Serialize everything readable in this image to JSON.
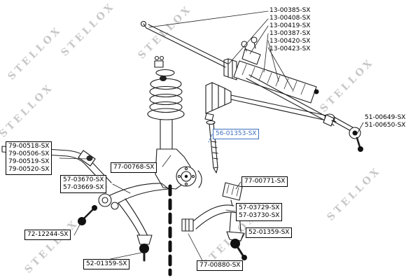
{
  "diagram": {
    "watermark_text": "STELLOX",
    "highlight_color": "#3d6fbf",
    "labels": {
      "steering_group": [
        "13-00385-SX",
        "13-00408-SX",
        "13-00419-SX",
        "13-00387-SX",
        "13-00420-SX",
        "13-00423-SX"
      ],
      "tie_rod_end_group": [
        "51-00649-SX",
        "51-00650-SX"
      ],
      "highlighted_part": "56-01353-SX",
      "stabilizer_group": [
        "79-00518-SX",
        "79-00506-SX",
        "79-00519-SX",
        "79-00520-SX"
      ],
      "strut": "77-00768-SX",
      "control_arm_group": [
        "57-03670-SX",
        "57-03669-SX"
      ],
      "bushing_upper": "77-00771-SX",
      "rear_arm_group": [
        "57-03729-SX",
        "57-03730-SX"
      ],
      "ball_joint_right": "52-01359-SX",
      "stabilizer_link": "72-12244-SX",
      "ball_joint_left": "52-01359-SX",
      "bushing_lower": "77-00880-SX"
    }
  }
}
